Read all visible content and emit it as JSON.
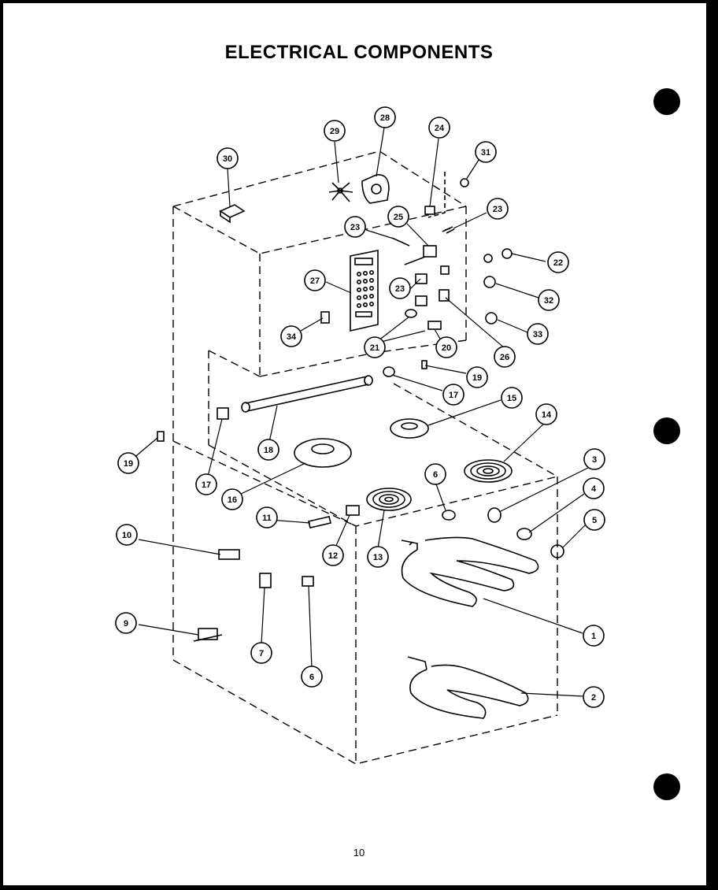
{
  "title": "ELECTRICAL COMPONENTS",
  "page_number": "10",
  "callouts": [
    "1",
    "2",
    "3",
    "4",
    "5",
    "6",
    "6",
    "7",
    "9",
    "10",
    "11",
    "12",
    "13",
    "14",
    "15",
    "16",
    "17",
    "17",
    "18",
    "19",
    "19",
    "20",
    "21",
    "22",
    "23",
    "23",
    "23",
    "24",
    "25",
    "26",
    "27",
    "28",
    "29",
    "30",
    "31",
    "32",
    "33",
    "34"
  ]
}
